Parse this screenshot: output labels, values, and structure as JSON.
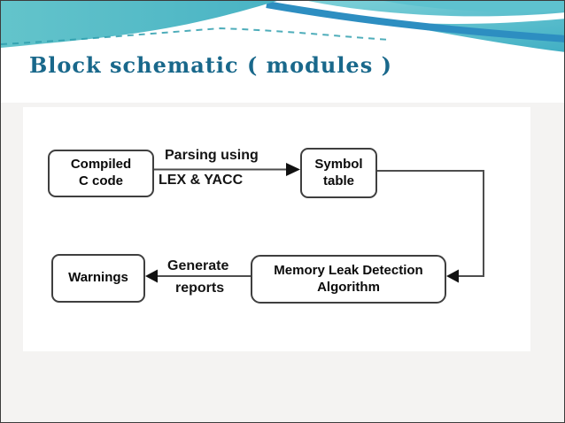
{
  "slide": {
    "title": "Block schematic ( modules )"
  },
  "colors": {
    "title_color": "#19688b",
    "banner_teal": "#54b9c4",
    "banner_teal_light": "#7fd2d8",
    "banner_blue_curve": "#2d8ec1",
    "connector_line": "#4d4d4d",
    "arrowhead": "#111111",
    "node_border": "#3f3f3f",
    "panel_background": "#ffffff"
  },
  "diagram": {
    "nodes": {
      "compiled": {
        "line1": "Compiled",
        "line2": "C code"
      },
      "symbol": {
        "line1": "Symbol",
        "line2": "table"
      },
      "memory": {
        "line1": "Memory Leak Detection",
        "line2": "Algorithm"
      },
      "warnings": {
        "line1": "Warnings"
      }
    },
    "edge_labels": {
      "parsing": {
        "line1": "Parsing using",
        "line2": "LEX & YACC"
      },
      "generate": {
        "line1": "Generate",
        "line2": "reports"
      }
    },
    "edges": [
      {
        "from": "compiled",
        "to": "symbol",
        "label": "Parsing using LEX & YACC"
      },
      {
        "from": "symbol",
        "to": "memory",
        "label": ""
      },
      {
        "from": "memory",
        "to": "warnings",
        "label": "Generate reports"
      }
    ]
  }
}
